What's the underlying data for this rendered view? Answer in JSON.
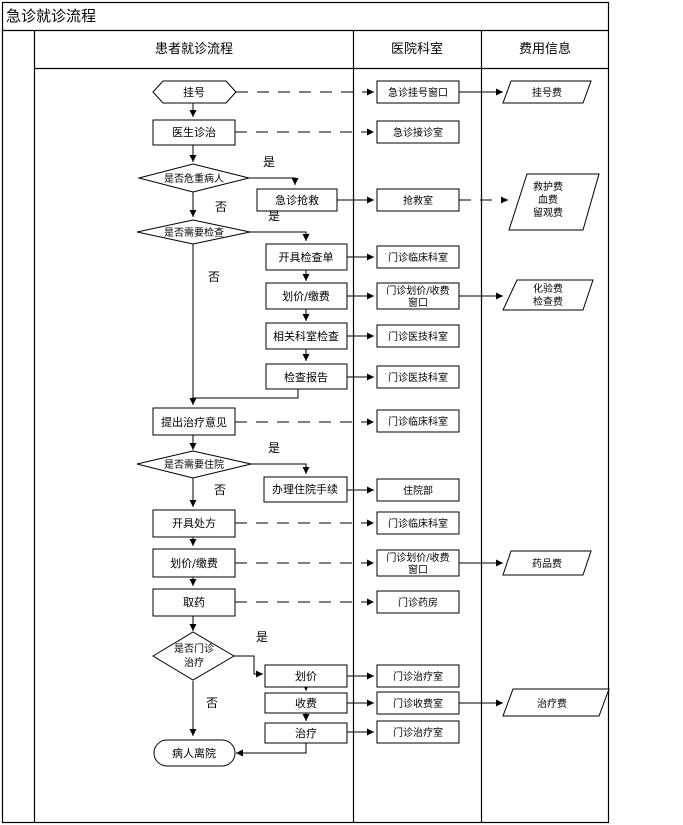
{
  "title": "急诊就诊流程",
  "headers": {
    "col1": "患者就诊流程",
    "col2": "医院科室",
    "col3": "费用信息"
  },
  "process": {
    "register": "挂号",
    "doctor": "医生诊治",
    "q_critical": "是否危重病人",
    "rescue": "急诊抢救",
    "q_exam": "是否需要检查",
    "exam_order": "开具检查单",
    "pricing1": "划价/缴费",
    "dept_exam": "相关科室检查",
    "report": "检查报告",
    "advice": "提出治疗意见",
    "q_hosp": "是否需要住院",
    "admission": "办理住院手续",
    "prescription": "开具处方",
    "pricing2": "划价/缴费",
    "pickup": "取药",
    "q_outpatient": [
      "是否门诊",
      "治疗"
    ],
    "price3": "划价",
    "charge": "收费",
    "treat": "治疗",
    "leave": "病人离院"
  },
  "labels": {
    "yes": "是",
    "no": "否"
  },
  "departments": {
    "reg_window": "急诊挂号窗口",
    "reception": "急诊接诊室",
    "rescue_room": "抢救室",
    "clinic1": "门诊临床科室",
    "cashier1": [
      "门诊划价/收费",
      "窗口"
    ],
    "medtech1": "门诊医技科室",
    "medtech2": "门诊医技科室",
    "clinic2": "门诊临床科室",
    "inpatient": "住院部",
    "clinic3": "门诊临床科室",
    "cashier2": [
      "门诊划价/收费",
      "窗口"
    ],
    "pharmacy": "门诊药房",
    "treat_room1": "门诊治疗室",
    "charge_room": "门诊收费室",
    "treat_room2": "门诊治疗室"
  },
  "fees": {
    "reg_fee": "挂号费",
    "rescue_fees": [
      "救护费",
      "血费",
      "留观费"
    ],
    "lab_fees": [
      "化验费",
      "检查费"
    ],
    "drug_fee": "药品费",
    "treat_fee": "治疗费"
  }
}
